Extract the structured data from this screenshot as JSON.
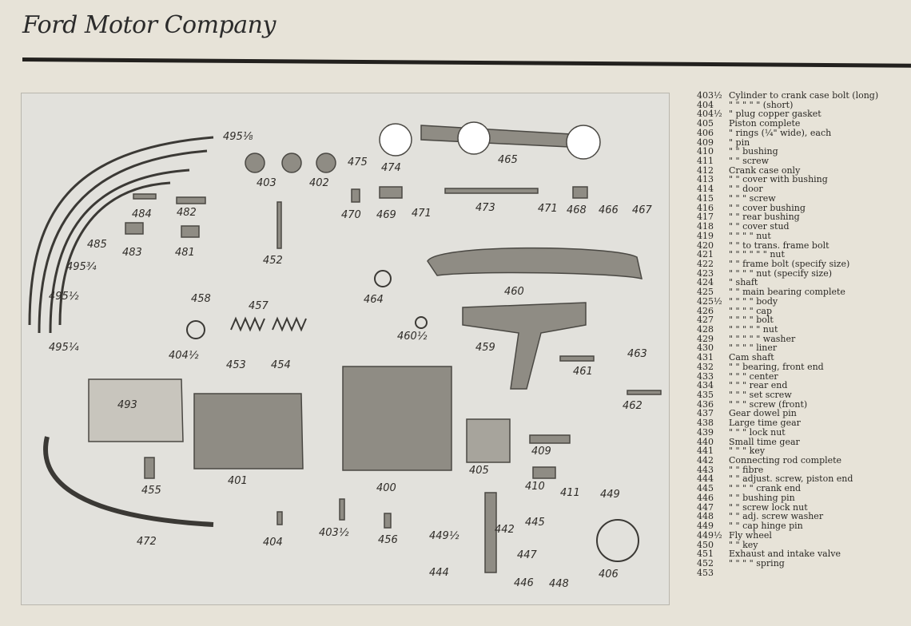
{
  "header": {
    "title": "Ford Motor Company"
  },
  "plate": {
    "labels": [
      "495 1/8",
      "495 3/4",
      "495 1/2",
      "495 1/4",
      "403",
      "402",
      "475",
      "474",
      "465",
      "484",
      "482",
      "485",
      "483",
      "481",
      "452",
      "470",
      "469",
      "471",
      "473",
      "471",
      "468",
      "466",
      "467",
      "460",
      "464",
      "458",
      "457",
      "404 1/2",
      "453",
      "454",
      "460 1/2",
      "459",
      "461",
      "463",
      "462",
      "493",
      "401",
      "400",
      "405",
      "409",
      "410",
      "411",
      "449",
      "455",
      "472",
      "404",
      "403 1/2",
      "456",
      "449 1/2",
      "442",
      "445",
      "447",
      "444",
      "446",
      "448",
      "406"
    ]
  },
  "parts": [
    {
      "num": "403½",
      "desc": "Cylinder  to  crank case bolt (long)"
    },
    {
      "num": "404",
      "desc": "  \"       \"     \"     \"    \"  (short)"
    },
    {
      "num": "404½",
      "desc": "  \"   plug copper gasket"
    },
    {
      "num": "405",
      "desc": "Piston  complete"
    },
    {
      "num": "406",
      "desc": "  \"   rings (¼\" wide), each"
    },
    {
      "num": "409",
      "desc": "  \"   pin"
    },
    {
      "num": "410",
      "desc": "  \"    \"  bushing"
    },
    {
      "num": "411",
      "desc": "  \"    \"  screw"
    },
    {
      "num": "412",
      "desc": "Crank case only"
    },
    {
      "num": "413",
      "desc": "  \"    \"  cover with bushing"
    },
    {
      "num": "414",
      "desc": "  \"    \"  door"
    },
    {
      "num": "415",
      "desc": "  \"    \"    \"   screw"
    },
    {
      "num": "416",
      "desc": "  \"    \"  cover bushing"
    },
    {
      "num": "417",
      "desc": "  \"    \"  rear bushing"
    },
    {
      "num": "418",
      "desc": "  \"    \"  cover stud"
    },
    {
      "num": "419",
      "desc": "  \"    \"    \"    \"   nut"
    },
    {
      "num": "420",
      "desc": "  \"    \"  to trans. frame bolt"
    },
    {
      "num": "421",
      "desc": "  \"    \"    \"    \"    \"    \"  nut"
    },
    {
      "num": "422",
      "desc": "  \"    \"  frame bolt (specify size)"
    },
    {
      "num": "423",
      "desc": "  \"    \"    \"    \" nut (specify size)"
    },
    {
      "num": "424",
      "desc": "  \"   shaft"
    },
    {
      "num": "425",
      "desc": "  \"    \"  main bearing complete"
    },
    {
      "num": "425½",
      "desc": "  \"    \"    \"    \"    body"
    },
    {
      "num": "426",
      "desc": "  \"    \"    \"    \"    cap"
    },
    {
      "num": "427",
      "desc": "  \"    \"    \"    \"    bolt"
    },
    {
      "num": "428",
      "desc": "  \"    \"    \"    \"    \"  nut"
    },
    {
      "num": "429",
      "desc": "  \"    \"    \"    \"    \"  washer"
    },
    {
      "num": "430",
      "desc": "  \"    \"    \"    \"    liner"
    },
    {
      "num": "431",
      "desc": "Cam shaft"
    },
    {
      "num": "432",
      "desc": "  \"    \"  bearing, front end"
    },
    {
      "num": "433",
      "desc": "  \"    \"    \"    center"
    },
    {
      "num": "434",
      "desc": "  \"    \"    \"    rear end"
    },
    {
      "num": "435",
      "desc": "  \"    \"    \"    set screw"
    },
    {
      "num": "436",
      "desc": "  \"    \"    \"    screw (front)"
    },
    {
      "num": "437",
      "desc": "Gear dowel pin"
    },
    {
      "num": "438",
      "desc": "Large time gear"
    },
    {
      "num": "439",
      "desc": "  \"    \"    \"  lock nut"
    },
    {
      "num": "440",
      "desc": "Small time gear"
    },
    {
      "num": "441",
      "desc": "  \"    \"    \"  key"
    },
    {
      "num": "442",
      "desc": "Connecting rod complete"
    },
    {
      "num": "443",
      "desc": "  \"    \"  fibre"
    },
    {
      "num": "444",
      "desc": "  \"    \"  adjust. screw, piston end"
    },
    {
      "num": "445",
      "desc": "  \"    \"    \"    \"  crank end"
    },
    {
      "num": "446",
      "desc": "  \"    \"  bushing pin"
    },
    {
      "num": "447",
      "desc": "  \"    \"  screw lock nut"
    },
    {
      "num": "448",
      "desc": "  \"    \"  adj. screw washer"
    },
    {
      "num": "449",
      "desc": "  \"    \"  cap hinge pin"
    },
    {
      "num": "449½",
      "desc": "Fly wheel"
    },
    {
      "num": "450",
      "desc": "  \"    \"  key"
    },
    {
      "num": "451",
      "desc": "Exhaust and intake valve"
    },
    {
      "num": "452",
      "desc": "  \"    \"    \"    \"  spring"
    },
    {
      "num": "453",
      "desc": ""
    }
  ]
}
